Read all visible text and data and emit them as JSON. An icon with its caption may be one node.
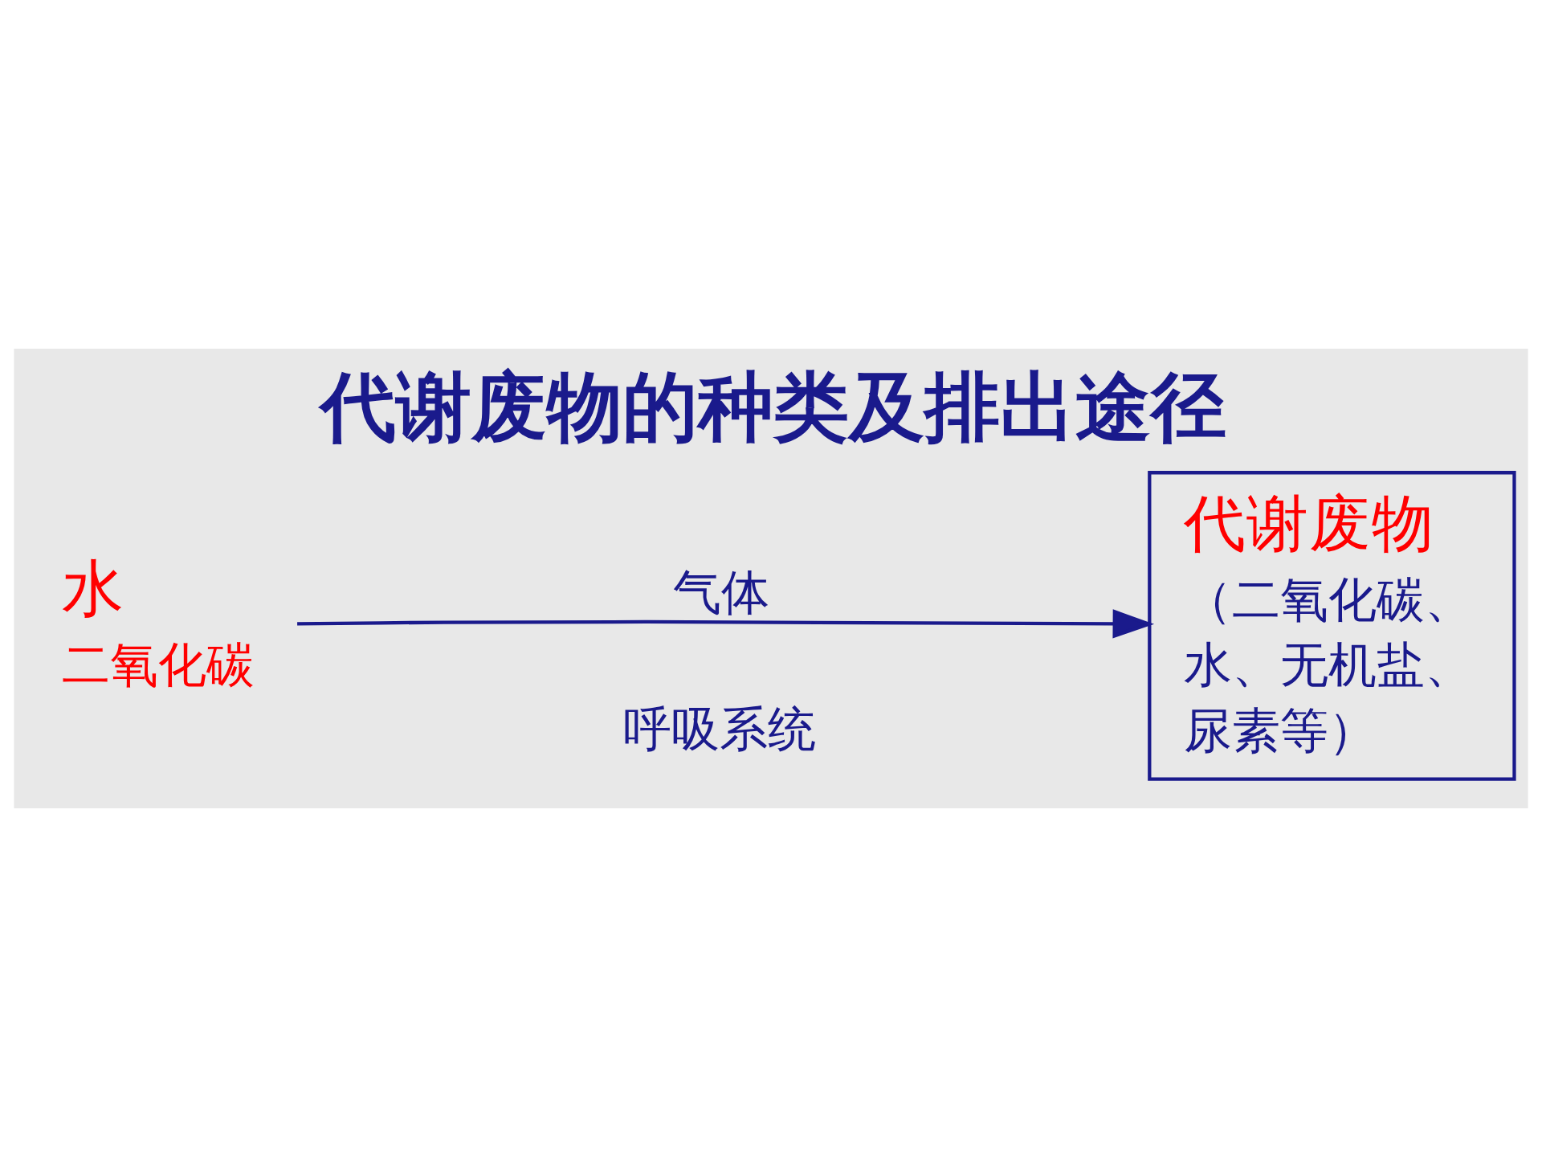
{
  "diagram": {
    "title": "代谢废物的种类及排出途径",
    "nodes": [
      {
        "text": [
          "水",
          "二氧化碳"
        ]
      },
      {
        "text": [
          "代谢废物",
          "（二氧化碳、水、无机盐、尿素等）"
        ]
      }
    ],
    "edges": [
      {
        "from": 0,
        "to": 1,
        "arrow": "to",
        "label": "气体"
      }
    ],
    "labels": [
      "呼吸系统"
    ]
  }
}
